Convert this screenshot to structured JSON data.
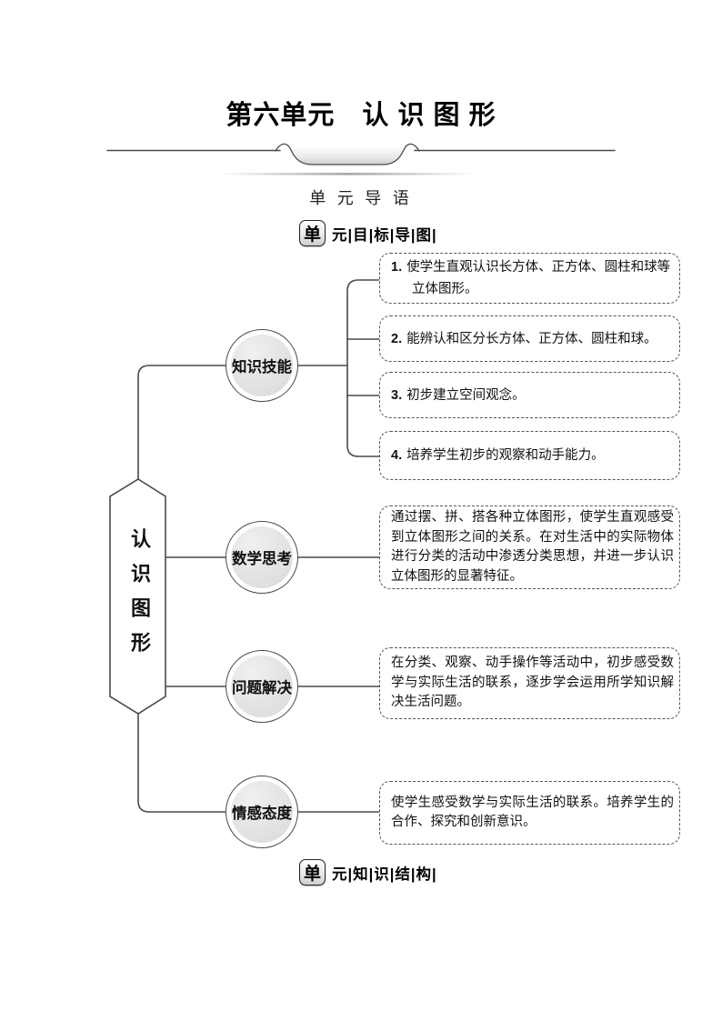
{
  "header": {
    "title": "第六单元　认 识 图 形",
    "section_label": "单 元 导 语"
  },
  "headings": {
    "goal_map": {
      "badge": "单",
      "label": "元|目|标|导|图|"
    },
    "knowledge_structure": {
      "badge": "单",
      "label": "元|知|识|结|构|"
    }
  },
  "mindmap": {
    "root": "认识图形",
    "branches": [
      {
        "label": "知识技能",
        "goals": [
          {
            "num": "1.",
            "text": "使学生直观认识长方体、正方体、圆柱和球等立体图形。"
          },
          {
            "num": "2.",
            "text": "能辨认和区分长方体、正方体、圆柱和球。"
          },
          {
            "num": "3.",
            "text": "初步建立空间观念。"
          },
          {
            "num": "4.",
            "text": "培养学生初步的观察和动手能力。"
          }
        ]
      },
      {
        "label": "数学思考",
        "desc": "通过摆、拼、搭各种立体图形，使学生直观感受到立体图形之间的关系。在对生活中的实际物体进行分类的活动中渗透分类思想，并进一步认识立体图形的显著特征。"
      },
      {
        "label": "问题解决",
        "desc": "在分类、观察、动手操作等活动中，初步感受数学与实际生活的联系，逐步学会运用所学知识解决生活问题。"
      },
      {
        "label": "情感态度",
        "desc": "使学生感受数学与实际生活的联系。培养学生的合作、探究和创新意识。"
      }
    ]
  },
  "colors": {
    "line": "#4a4a4a",
    "node_fill": "#e3e3e3",
    "box_border": "#555555",
    "text": "#111111"
  }
}
